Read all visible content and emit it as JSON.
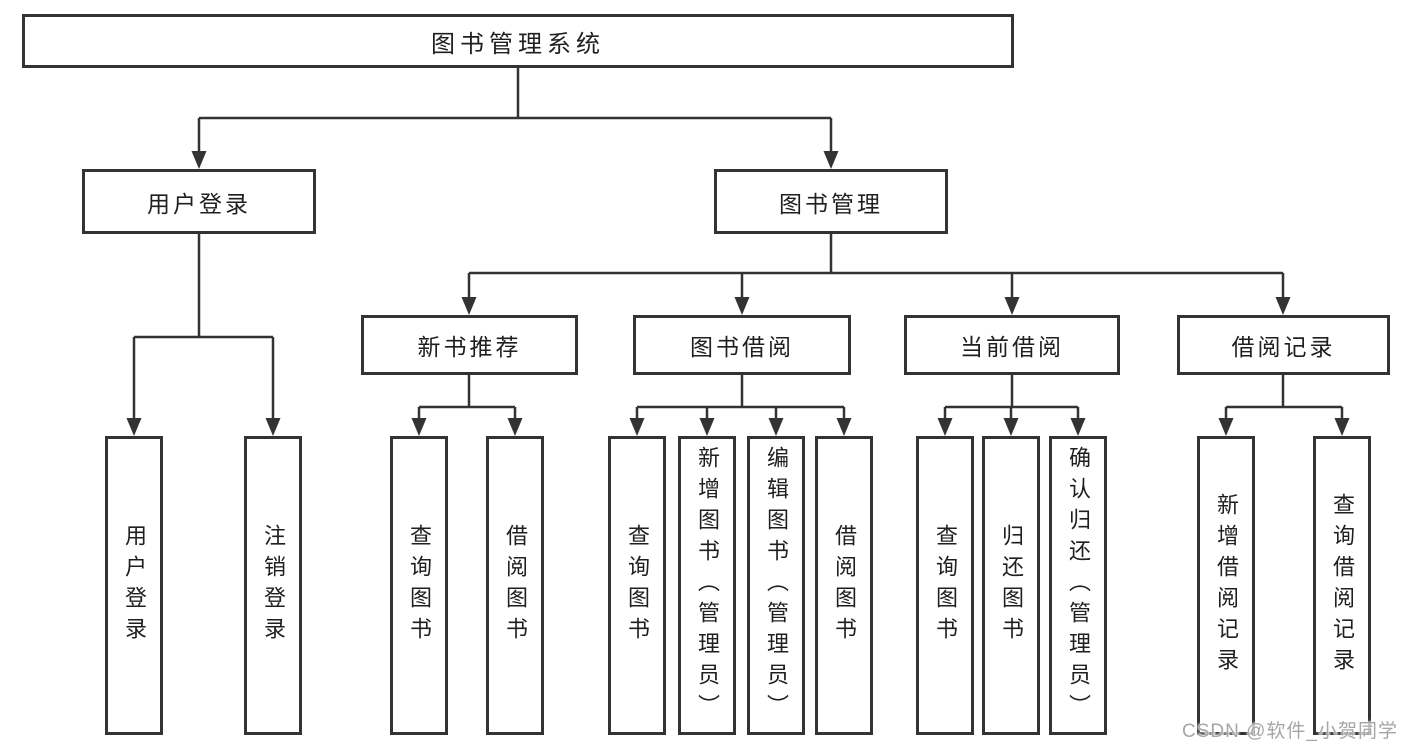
{
  "diagram": {
    "root": {
      "label": "图书管理系统"
    },
    "userLogin": {
      "label": "用户登录",
      "children": [
        "用户登录",
        "注销登录"
      ]
    },
    "bookMgmt": {
      "label": "图书管理"
    },
    "newBookRec": {
      "label": "新书推荐",
      "children": [
        "查询图书",
        "借阅图书"
      ]
    },
    "bookBorrow": {
      "label": "图书借阅",
      "children": [
        "查询图书",
        "新增图书（管理员）",
        "编辑图书（管理员）",
        "借阅图书"
      ]
    },
    "currentBorrow": {
      "label": "当前借阅",
      "children": [
        "查询图书",
        "归还图书",
        "确认归还（管理员）"
      ]
    },
    "borrowRecord": {
      "label": "借阅记录",
      "children": [
        "新增借阅记录",
        "查询借阅记录"
      ]
    },
    "line_color": "#333333",
    "box_bg": "#ffffff"
  },
  "watermark": "CSDN @软件_小贺同学"
}
